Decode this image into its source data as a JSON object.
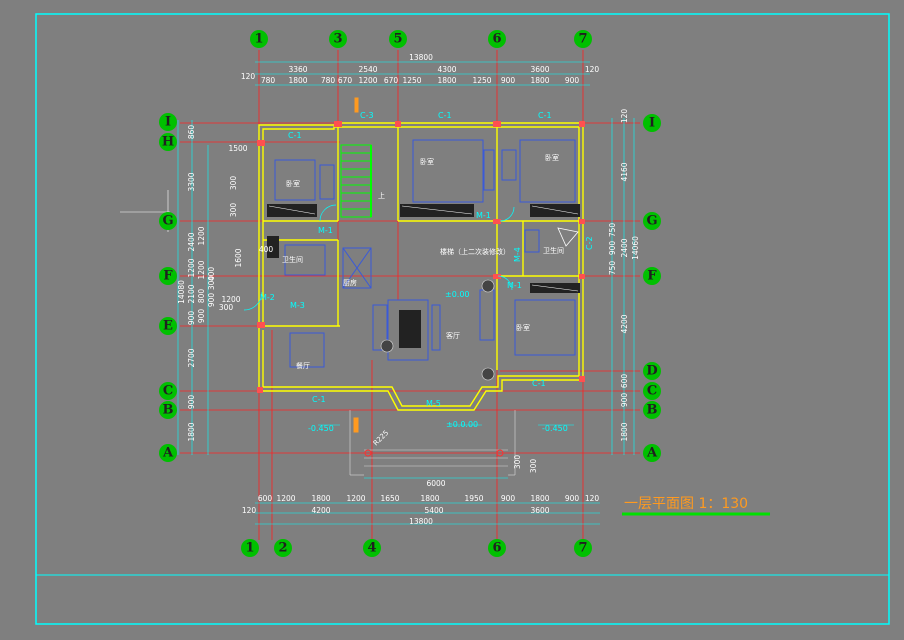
{
  "colors": {
    "background": "#7f7f7f",
    "frame": "#00ffff",
    "axis_line": "#ff2020",
    "wall": "#ffff00",
    "dimension": "#00ffff",
    "bubble": "#00c000",
    "title": "#ff9a1f",
    "title_underline": "#00e000"
  },
  "title": "一层平面图 1：130",
  "top_axes": [
    "1",
    "3",
    "5",
    "6",
    "7"
  ],
  "bottom_axes": [
    "1",
    "2",
    "4",
    "6",
    "7"
  ],
  "left_axes": [
    "I",
    "H",
    "G",
    "F",
    "E",
    "C",
    "B",
    "A"
  ],
  "right_axes": [
    "I",
    "G",
    "F",
    "D",
    "C",
    "B",
    "A"
  ],
  "top_dims": {
    "total": "13800",
    "row2": [
      "120",
      "3360",
      "2540",
      "4300",
      "3600",
      "120"
    ],
    "row3": [
      "780",
      "1800",
      "780",
      "670",
      "1200",
      "670",
      "1250",
      "1800",
      "1250",
      "900",
      "1800",
      "900"
    ]
  },
  "bottom_dims": {
    "row1": [
      "600",
      "1200",
      "1800",
      "1200",
      "1650",
      "1800",
      "1950",
      "900",
      "1800",
      "900",
      "120"
    ],
    "row2": [
      "120",
      "4200",
      "5400",
      "3600"
    ],
    "total": "13800",
    "porch": "6000"
  },
  "left_dims": {
    "outer": [
      "860",
      "3300",
      "2400",
      "1200",
      "2100",
      "900",
      "2700",
      "900",
      "1800"
    ],
    "inner": [
      "300",
      "300",
      "1200",
      "1200",
      "800",
      "900",
      "300",
      "900"
    ],
    "total": "14080",
    "small": [
      "1500",
      "400",
      "1600",
      "400",
      "1200",
      "300"
    ]
  },
  "right_dims": {
    "outer": [
      "120",
      "4160",
      "2400",
      "4200",
      "600",
      "900",
      "1800"
    ],
    "inner": [
      "750",
      "900",
      "750"
    ],
    "total": "14060"
  },
  "labels": {
    "c1": "C-1",
    "c3": "C-3",
    "c2": "C-2",
    "m1": "M-1",
    "m2": "M-2",
    "m3": "M-3",
    "m4": "M-4",
    "m5": "M-5",
    "floor_main": "±0.00",
    "floor_porch": "±0.0.00",
    "outdoor_left": "-0.450",
    "outdoor_right": "-0.450",
    "ramp": "R225",
    "up": "上",
    "stair_note": "楼梯（上二次装修改）",
    "bedroom1": "卧室",
    "bedroom2": "卧室",
    "bedroom3": "卧室",
    "bedroom4": "卧室",
    "living": "客厅",
    "dining": "餐厅",
    "bath": "卫生间",
    "bath2": "卫生间",
    "kitchen": "厨房",
    "r300a": "300",
    "r300b": "300"
  }
}
